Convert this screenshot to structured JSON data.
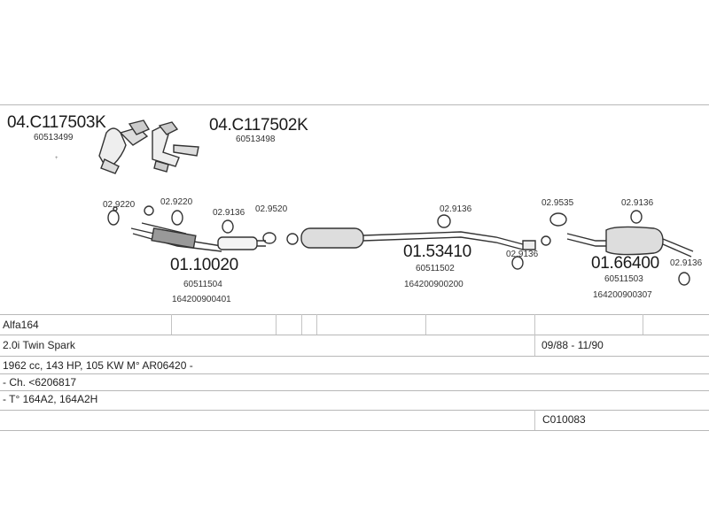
{
  "manifolds": {
    "left": {
      "code": "04.C117503K",
      "ref": "60513499"
    },
    "right": {
      "code": "04.C117502K",
      "ref": "60513498"
    }
  },
  "small_parts": {
    "a": "02.9220",
    "b": "02.9220",
    "c": "02.9136",
    "d": "02.9520",
    "e": "02.9136",
    "f": "02.9136",
    "g": "02.9535",
    "h": "02.9136",
    "i": "02.9136"
  },
  "pipes": {
    "front": {
      "code": "01.10020",
      "ref1": "60511504",
      "ref2": "164200900401"
    },
    "middle": {
      "code": "01.53410",
      "ref1": "60511502",
      "ref2": "164200900200"
    },
    "rear": {
      "code": "01.66400",
      "ref1": "60511503",
      "ref2": "164200900307"
    }
  },
  "info": {
    "model": "Alfa164",
    "engine": "2.0i Twin Spark",
    "period": "09/88 - 11/90",
    "specs": "1962 cc, 143 HP, 105 KW M° AR06420 -",
    "chassis": "- Ch. <6206817",
    "type": "- T° 164A2, 164A2H",
    "ref": "C010083"
  }
}
